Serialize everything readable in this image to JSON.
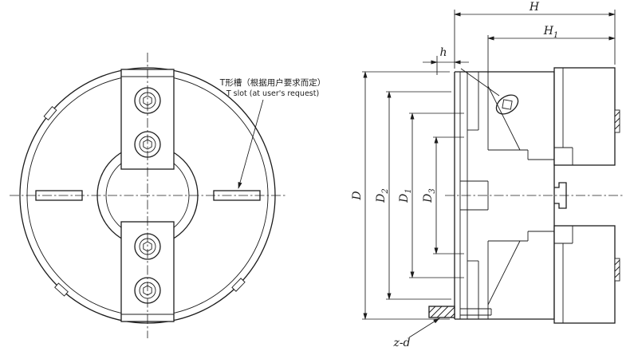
{
  "drawing": {
    "annotation": {
      "line1": "T形槽（根据用户要求而定）",
      "line2": "T slot (at user's request)"
    },
    "dims": {
      "H": "H",
      "H1": {
        "base": "H",
        "sub": "1"
      },
      "h": "h",
      "D": "D",
      "D2": {
        "base": "D",
        "sub": "2"
      },
      "D1": {
        "base": "D",
        "sub": "1"
      },
      "D3": {
        "base": "D",
        "sub": "3"
      },
      "zd": "z-d"
    },
    "colors": {
      "line": "#1c1c1c",
      "background": "#ffffff"
    }
  }
}
